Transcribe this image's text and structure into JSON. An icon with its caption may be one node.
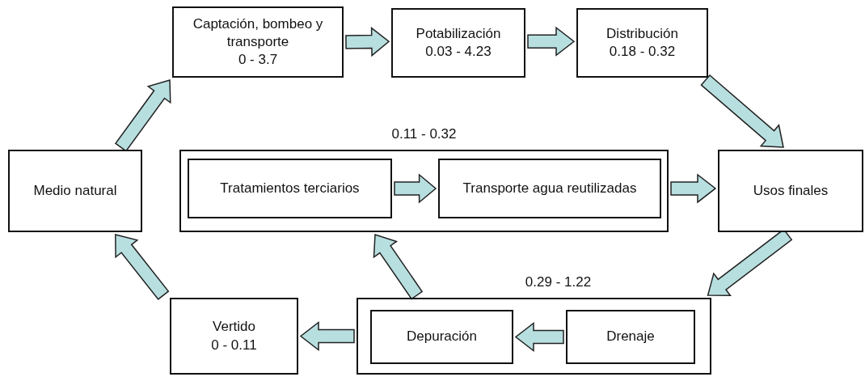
{
  "diagram": {
    "nodes": [
      {
        "text": [
          "Captación, bombeo y transporte",
          "0 - 3.7"
        ]
      },
      {
        "text": [
          "Potabilización",
          "0.03 - 4.23"
        ]
      },
      {
        "text": [
          "Distribución",
          "0.18 - 0.32"
        ]
      },
      {
        "text": [
          "Medio natural"
        ]
      },
      {
        "text": [
          "0.11 - 0.32"
        ]
      },
      {
        "text": [
          "Tratamientos terciarios"
        ],
        "in": 4
      },
      {
        "text": [
          "Transporte agua reutilizadas"
        ],
        "in": 4
      },
      {
        "text": [
          "Usos finales"
        ]
      },
      {
        "text": [
          "Vertido",
          "0 - 0.11"
        ]
      },
      {
        "text": [
          "0.29 - 1.22"
        ]
      },
      {
        "text": [
          "Depuración"
        ],
        "in": 9
      },
      {
        "text": [
          "Drenaje"
        ],
        "in": 9
      }
    ],
    "edges": [
      {
        "from": 3,
        "to": 0,
        "arrow": "to"
      },
      {
        "from": 0,
        "to": 1,
        "arrow": "to"
      },
      {
        "from": 1,
        "to": 2,
        "arrow": "to"
      },
      {
        "from": 2,
        "to": 7,
        "arrow": "to"
      },
      {
        "from": 5,
        "to": 6,
        "arrow": "to"
      },
      {
        "from": 4,
        "to": 7,
        "arrow": "to"
      },
      {
        "from": 7,
        "to": 9,
        "arrow": "to"
      },
      {
        "from": 11,
        "to": 10,
        "arrow": "to"
      },
      {
        "from": 9,
        "to": 8,
        "arrow": "to"
      },
      {
        "from": 9,
        "to": 4,
        "arrow": "to"
      },
      {
        "from": 8,
        "to": 3,
        "arrow": "to"
      }
    ]
  }
}
